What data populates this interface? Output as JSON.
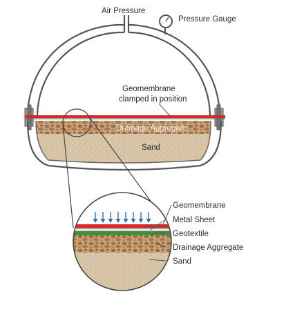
{
  "labels": {
    "air_pressure": "Air Pressure",
    "pressure_gauge": "Pressure Gauge",
    "geomembrane_clamped_line1": "Geomembrane",
    "geomembrane_clamped_line2": "clamped in position",
    "drainage_aggregate_main": "Drainage Aggregate",
    "sand_main": "Sand",
    "detail_geomembrane": "Geomembrane",
    "detail_metal_sheet": "Metal Sheet",
    "detail_geotextile": "Geotextile",
    "detail_drainage_aggregate": "Drainage Aggregate",
    "detail_sand": "Sand"
  },
  "colors": {
    "dome_outline": "#555555",
    "geomembrane": "#d62b2b",
    "geotextile": "#3e8f3a",
    "aggregate": "#b8895a",
    "sand": "#d8c3a5",
    "pressure_arrows": "#2f6fb8",
    "flange": "#8a8a8a"
  },
  "icons": [
    "pressure-gauge-icon",
    "pressure-arrow-icon",
    "flange-bolt-icon"
  ]
}
